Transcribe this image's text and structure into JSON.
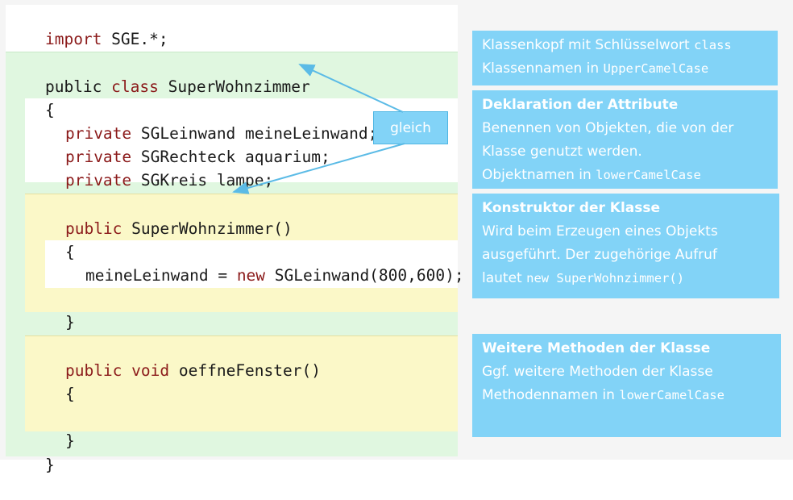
{
  "code": {
    "import_kw": "import",
    "import_rest": " SGE.*;",
    "class_public": "public",
    "class_kw": "class",
    "class_name": " SuperWohnzimmer",
    "open_brace_class": "{",
    "attr1_kw": "private",
    "attr1_rest": " SGLeinwand meineLeinwand;",
    "attr2_kw": "private",
    "attr2_rest": " SGRechteck aquarium;",
    "attr3_kw": "private",
    "attr3_rest": " SGKreis lampe;",
    "ctor_public": "public",
    "ctor_name": " SuperWohnzimmer()",
    "ctor_open": "{",
    "ctor_stmt_pre": "meineLeinwand = ",
    "ctor_stmt_kw": "new",
    "ctor_stmt_post": " SGLeinwand(800,600);",
    "ctor_close": "}",
    "method_public": "public",
    "method_void": "void",
    "method_name": " oeffneFenster()",
    "method_open": "{",
    "method_close": "}",
    "close_brace_class": "}"
  },
  "gleich_label": "gleich",
  "notes": {
    "class_head": {
      "line1_text": "Klassenkopf mit Schlüsselwort ",
      "line1_code": "class",
      "line2_text": "Klassennamen in ",
      "line2_code": "UpperCamelCase"
    },
    "attributes": {
      "title": "Deklaration der Attribute",
      "line1": "Benennen von Objekten, die von der",
      "line2": "Klasse genutzt werden.",
      "line3_text": "Objektnamen in ",
      "line3_code": "lowerCamelCase"
    },
    "constructor": {
      "title": "Konstruktor der Klasse",
      "line1": "Wird beim Erzeugen eines Objekts",
      "line2": "ausgeführt. Der zugehörige Aufruf",
      "line3_text": "lautet ",
      "line3_code": "new SuperWohnzimmer()"
    },
    "methods": {
      "title": "Weitere Methoden der Klasse",
      "line1": "Ggf. weitere Methoden der Klasse",
      "line2_text": "Methodennamen in ",
      "line2_code": "lowerCamelCase"
    }
  },
  "colors": {
    "keyword": "#8b1a1a",
    "class_block": "#e0f7e0",
    "method_block": "#fbf8c8",
    "note_bg": "#82d3f7",
    "arrow": "#5bbbe6"
  }
}
